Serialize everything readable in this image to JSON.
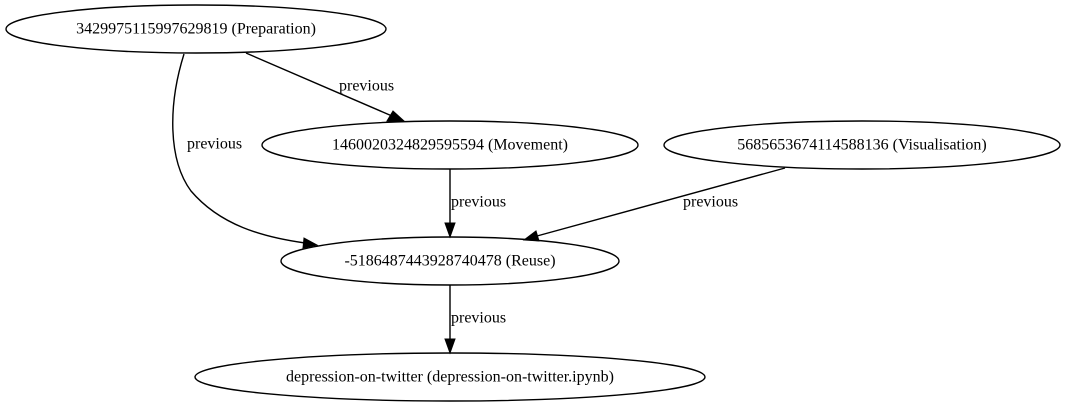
{
  "nodes": {
    "preparation": "3429975115997629819 (Preparation)",
    "movement": "1460020324829595594 (Movement)",
    "visualisation": "5685653674114588136 (Visualisation)",
    "reuse": "-5186487443928740478 (Reuse)",
    "notebook": "depression-on-twitter (depression-on-twitter.ipynb)"
  },
  "edges": {
    "preparation_to_movement": "previous",
    "preparation_to_reuse": "previous",
    "movement_to_reuse": "previous",
    "visualisation_to_reuse": "previous",
    "reuse_to_notebook": "previous"
  }
}
